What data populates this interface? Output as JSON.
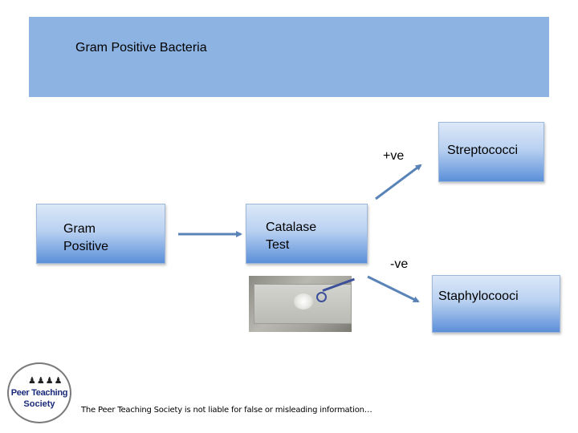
{
  "header": {
    "title": "Gram Positive Bacteria"
  },
  "boxes": {
    "gram_positive": [
      "Gram",
      "Positive"
    ],
    "catalase_test": [
      "Catalase",
      "Test"
    ],
    "streptococci": "Streptococci",
    "staphylococci": "Staphylocooci"
  },
  "labels": {
    "positive": "+ve",
    "negative": "-ve"
  },
  "logo": {
    "line1": "Peer Teaching",
    "line2": "Society"
  },
  "footer": {
    "disclaimer": "The Peer Teaching Society is not liable for false or misleading information…"
  },
  "colors": {
    "header": "#8db3e2",
    "box_top": "#dce8f8",
    "box_bottom": "#5b8fd9",
    "arrow": "#5a84b8"
  }
}
